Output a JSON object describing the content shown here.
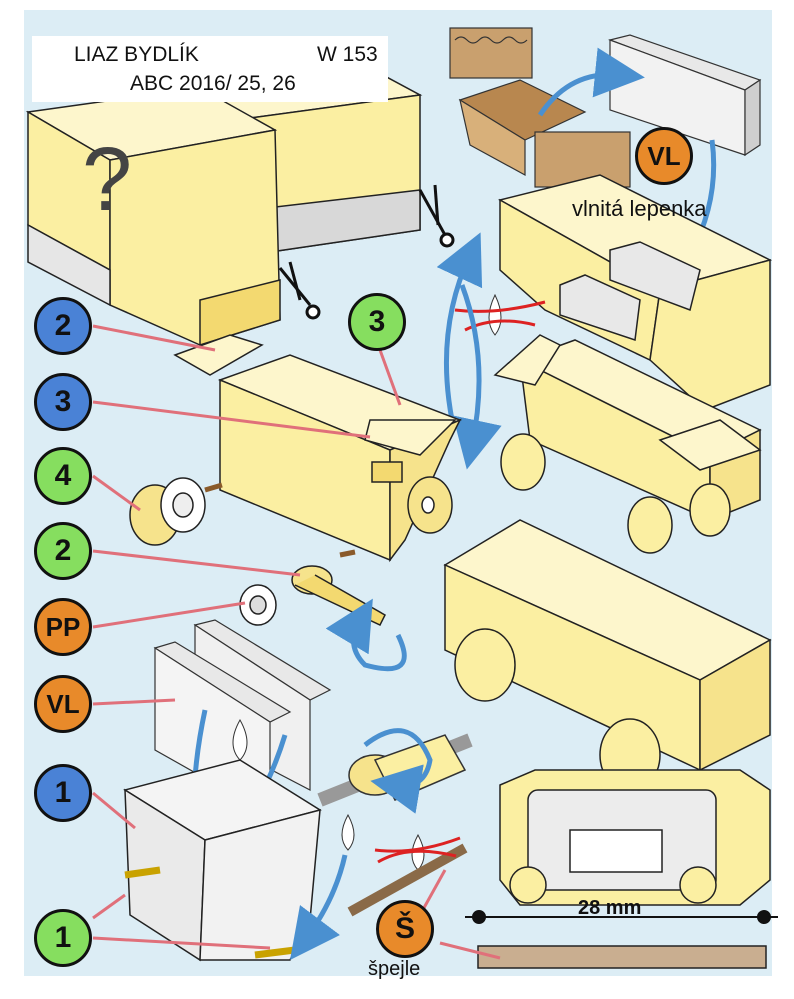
{
  "header": {
    "model": "LIAZ BYDLÍK",
    "code": "W 153",
    "issue": "ABC 2016/ 25, 26"
  },
  "question_mark": "?",
  "badges": [
    {
      "text": "2",
      "color": "#4a82d6"
    },
    {
      "text": "3",
      "color": "#4a82d6"
    },
    {
      "text": "4",
      "color": "#86de5f"
    },
    {
      "text": "2",
      "color": "#86de5f"
    },
    {
      "text": "PP",
      "color": "#e88a2a"
    },
    {
      "text": "VL",
      "color": "#e88a2a"
    },
    {
      "text": "1",
      "color": "#4a82d6"
    },
    {
      "text": "1",
      "color": "#86de5f"
    },
    {
      "text": "3",
      "color": "#86de5f"
    },
    {
      "text": "VL",
      "color": "#e88a2a"
    },
    {
      "text": "Š",
      "color": "#e88a2a"
    }
  ],
  "labels": {
    "corrugated_board": "vlnitá lepenka",
    "stick": "špejle",
    "dimension": "28 mm"
  },
  "icons": [
    "scissors-icon",
    "glue-drop-icon",
    "no-glue-icon",
    "rotate-arrow-icon"
  ],
  "colors": {
    "background_panel": "#dcedf5",
    "paper_yellow": "#fbefa2",
    "arrow_blue": "#4a90d0",
    "leader_red": "#e0707a",
    "cardboard_brown": "#c9a06e"
  }
}
